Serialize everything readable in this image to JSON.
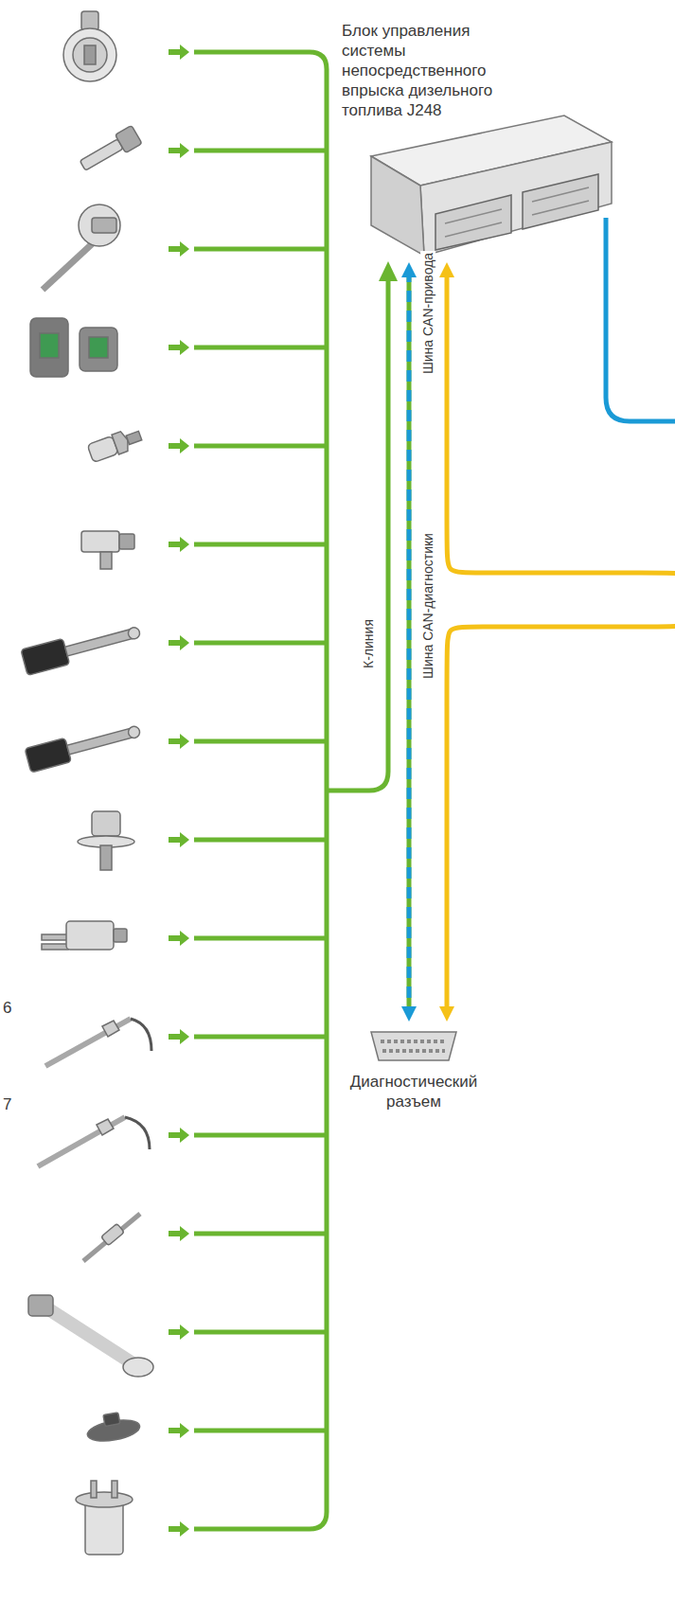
{
  "diagram": {
    "nodes": [
      {
        "text": [
          "Блок управления системы непосредственного впрыска дизельного топлива J248"
        ]
      },
      {
        "text": [
          "Диагностический разъем"
        ]
      }
    ],
    "edges": [
      {
        "from": 0,
        "to": 1,
        "arrow": "both",
        "label": "Шина CAN-привода"
      },
      {
        "from": 0,
        "to": 1,
        "arrow": "both",
        "label": "Шина CAN-диагностики"
      }
    ],
    "labels": [
      "К-линия",
      "6",
      "7"
    ]
  }
}
